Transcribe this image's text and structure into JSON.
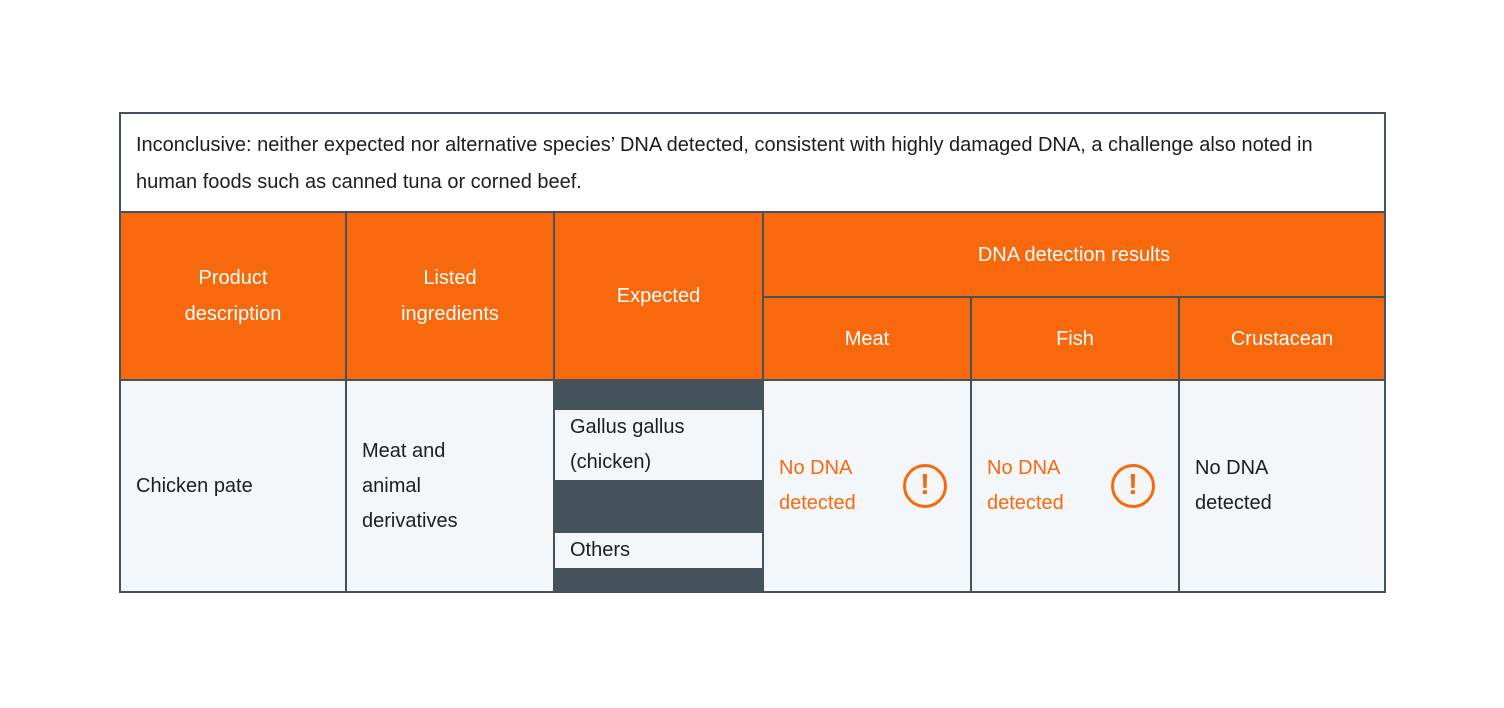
{
  "colors": {
    "orange": "#F8690D",
    "border": "#44525B",
    "cell_bg": "#F4F7FA",
    "text_dark": "#1D1D1B",
    "white_text": "#FFFFFF",
    "page_bg": "#FFFFFF"
  },
  "note": "Inconclusive: neither expected nor alternative species’ DNA detected, consistent with highly damaged DNA, a challenge also noted in human foods such as canned tuna or corned beef.",
  "table": {
    "headers": {
      "product": "Product description",
      "ingredients": "Listed ingredients",
      "expected": "Expected",
      "dna_group": "DNA detection results",
      "meat": "Meat",
      "fish": "Fish",
      "crustacean": "Crustacean"
    },
    "row": {
      "product": "Chicken pate",
      "ingredients": "Meat and animal derivatives",
      "expected_primary": "Gallus gallus (chicken)",
      "expected_secondary": "Others",
      "meat_result": "No DNA detected",
      "meat_has_warning_icon": true,
      "fish_result": "No DNA detected",
      "fish_has_warning_icon": true,
      "crustacean_result": "No DNA detected",
      "crustacean_has_warning_icon": false
    },
    "warning_glyph": "!"
  }
}
